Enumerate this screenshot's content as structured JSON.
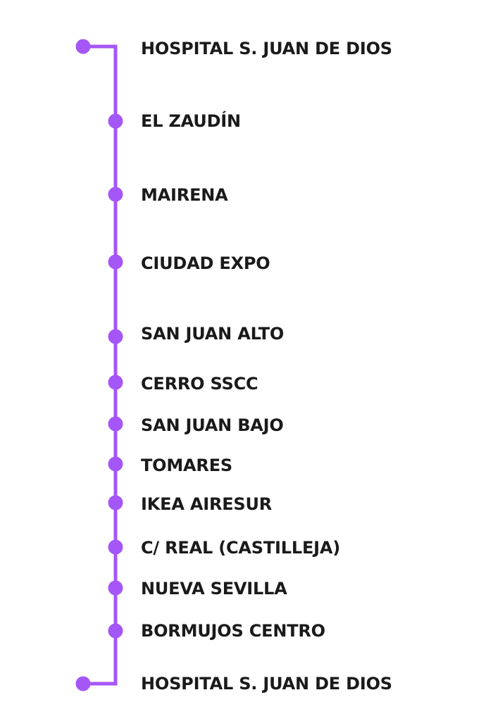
{
  "line": {
    "color": "#a556f6",
    "stops": [
      {
        "name": "HOSPITAL S. JUAN DE DIOS",
        "terminal": true
      },
      {
        "name": "EL ZAUDÍN",
        "terminal": false
      },
      {
        "name": "MAIRENA",
        "terminal": false
      },
      {
        "name": "CIUDAD EXPO",
        "terminal": false
      },
      {
        "name": "SAN JUAN ALTO",
        "terminal": false
      },
      {
        "name": "CERRO SSCC",
        "terminal": false
      },
      {
        "name": "SAN JUAN BAJO",
        "terminal": false
      },
      {
        "name": "TOMARES",
        "terminal": false
      },
      {
        "name": "IKEA AIRESUR",
        "terminal": false
      },
      {
        "name": "C/ REAL (CASTILLEJA)",
        "terminal": false
      },
      {
        "name": "NUEVA SEVILLA",
        "terminal": false
      },
      {
        "name": "BORMUJOS CENTRO",
        "terminal": false
      },
      {
        "name": "HOSPITAL S. JUAN DE DIOS",
        "terminal": true
      }
    ]
  }
}
